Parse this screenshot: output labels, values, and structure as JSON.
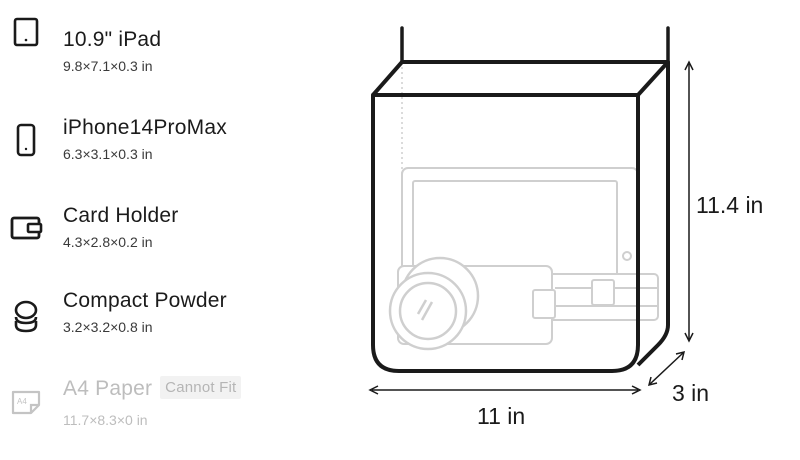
{
  "items": [
    {
      "name": "10.9\" iPad",
      "dims": "9.8×7.1×0.3 in",
      "icon": "tablet-icon",
      "fits": true
    },
    {
      "name": "iPhone14ProMax",
      "dims": "6.3×3.1×0.3 in",
      "icon": "phone-icon",
      "fits": true
    },
    {
      "name": "Card Holder",
      "dims": "4.3×2.8×0.2 in",
      "icon": "wallet-icon",
      "fits": true
    },
    {
      "name": "Compact Powder",
      "dims": "3.2×3.2×0.8 in",
      "icon": "compact-icon",
      "fits": true
    },
    {
      "name": "A4 Paper",
      "dims": "11.7×8.3×0 in",
      "icon": "a4-paper-icon",
      "fits": false,
      "badge": "Cannot Fit",
      "icon_text": "A4"
    }
  ],
  "bag": {
    "height_label": "11.4 in",
    "depth_label": "3 in",
    "width_label": "11 in"
  }
}
